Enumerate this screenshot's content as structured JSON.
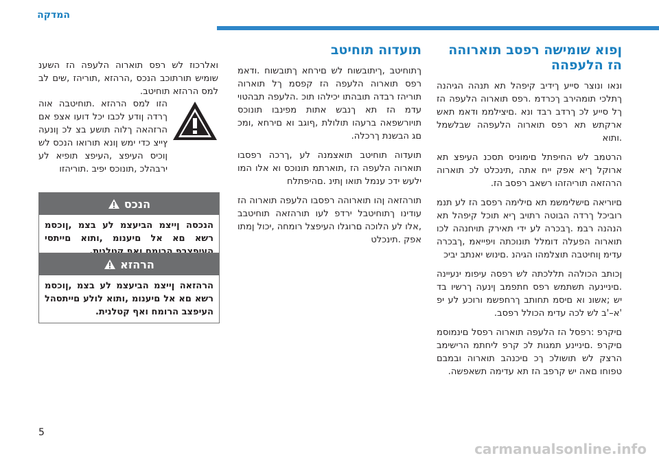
{
  "header": {
    "title": "המדקה",
    "accent_color": "#2e86c8"
  },
  "page_number": "5",
  "watermark": "carmanualsonline.info",
  "col_right": {
    "heading": "ןפוא שומישה רפסב תוארוהה הז הלעפהה",
    "p1": "ונאו ונוצר סייע ךידיב קיפהל תא תנהה הגיהנה ךתלכי תומהירב ךכרדמ .רפס תוארוה הלעפה הז ךל סייע לכ ךרדב רבד ונא .םיצילממ ודאמ תאש ארקתש תא רפס תוארוה הלעפהה שבלשמל .ותוא",
    "p2": "הרטמב לש החיפתל םימוניס תסכנ העיפצ תא ארוקל ךיא אפק ייח אתה ,תינכלט לכ תוארוה הרהזאה תוריהזהו רשאב רפסב הז.",
    "p3": "םיוריאה םישלימשמ תא םילימה רפסב הז לע תנמ רוביכל ךרדה הבוטה רתויב ךיא תוכל קיפהל תא הנהנה רבמ .ךבכרה לע ידי תאירק תויחנהה לכו תוארוה הפעלה דומלל תונוכתה ויפייאמ ,ךבכרה עדימ ןוחיטבה תוצלמהו הגיהנ .םינוש יאנתב יביכ",
    "p4": "ןכותב הכולהה תללכתה לש רפסה עיפומ ינעיינה .םיניינעה תשתמש רפס חתפמב ןינעה ךרשיו בד יש ;אשונ וא םיסמ תחותב ךרחפשמ ורוכע לע יפ 'א–'ב לש לכה עדימ הכולל רפסב.",
    "p5": "םיקרפ :רפסל הז הלעפה תוארוה רפסל םינמוסמ םיקרפ .םיניינע תמגות לכ קרפ ליחתמ הרישימב הרצק לש תושולכ ךכ םיכנהב תוארוה ובמבם טפוחו םאה יש קרפב הז תא עדימה תשאפשה."
  },
  "col_mid": {
    "heading": "תועדוה תוחיטב",
    "p1": "ךתוחיטב ,ךיתובשוח לש םירחא ךתובשוח .ודאמ רפס תוארוה הלעפה הז קפסמ ךל תוארוה תוריהז רבדה תובהתו יכילהו תוכ .הלעפה תבהטוי עדמ הז תא ךנבש אתות מפינבו תונוכס תויורשפאה ברעהו תולולת ,ףוגב וא םירחא ,ומכ םג הבשנת ךרכלה.",
    "p2": "תועדוה תוחיטב תואצמנה לע ,ךרכה רפסבו תוארוה הלעפה הז ,תוארתמ תונוכס וא אלו המו ילעש ידכ ענמל תואו ןתינ .םהיפתלח",
    "p3": "תורהזאה ןהו תוארוהה רפסבו הלעפה תוארוה הז עודינו ךתוחיטבל ירדפ לעו תורהזאה תוחיטבב ,אלו לע הלוכה םרוגלו העיפצל רומחה ,יכול ןמתו אפק .תינכלט"
  },
  "col_left": {
    "intro": "ואלרכוז לש רפס תוארוה הלעפה הז השענ שומיש תורתוכב הנכס ,הרהזא ,תוריהז ,שים לב למס הרהזא תוחיטב.",
    "warn_text": "הזו למס הרהזא .תוחיטבה אוה ךרדה ןודע לכבו יכל דועו אצפ אם הרזהאה ךלוה תושע בצ לכ ןונעה ץייצ כדי ימש ןונא תורואו הנכס לש ןוכיס העיפצ ,העיפצ תופיא לע ירבהלכ ,תונוכס יפיב .תוריהזו",
    "box1_head": "הנכס",
    "box1_body": "הנכסה ןייצמ הביעצמ לע בצמ ,ןוכסמ רשא םא אל םיענומ ,ותוא םייתסי העיפצבפ הרומח ואף קטלנית.",
    "box2_head": "הרהזא",
    "box2_body": "הרהזאה ןייצמ הביעצמ לע בצמ ,ןוכסמ רשא םא אל םיענומ ,ותוא לולע םייתסהל העיפצב הרומח ואף קטלנית."
  }
}
